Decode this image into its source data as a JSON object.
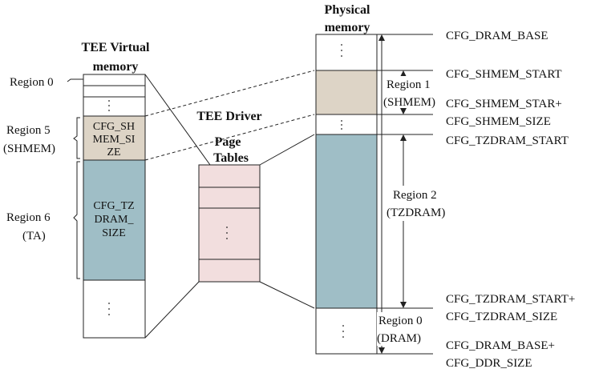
{
  "colors": {
    "shmem": "#ddd4c6",
    "tzdram": "#9fbec6",
    "page_table": "#f2dede",
    "white": "#ffffff"
  },
  "virtual": {
    "title_line1": "TEE Virtual",
    "title_line2": "memory",
    "region0": "Region 0",
    "region5_line1": "Region 5",
    "region5_line2": "(SHMEM)",
    "region6_line1": "Region 6",
    "region6_line2": "(TA)",
    "shmem_text": [
      "CFG_SH",
      "MEM_SI",
      "ZE"
    ],
    "tzdram_text": [
      "CFG_TZ",
      "DRAM_",
      "SIZE"
    ],
    "ellipsis": "."
  },
  "driver": {
    "title": "TEE Driver",
    "page_label_line1": "Page",
    "page_label_line2": "Tables"
  },
  "physical": {
    "title_line1": "Physical",
    "title_line2": "memory",
    "region1_line1": "Region 1",
    "region1_line2": "(SHMEM)",
    "region2_line1": "Region 2",
    "region2_line2": "(TZDRAM)",
    "region0_line1": "Region 0",
    "region0_line2": "(DRAM)"
  },
  "cfg_labels": {
    "dram_base": "CFG_DRAM_BASE",
    "shmem_start": "CFG_SHMEM_START",
    "shmem_start_plus": "CFG_SHMEM_STAR+",
    "shmem_size": "CFG_SHMEM_SIZE",
    "tzdram_start": "CFG_TZDRAM_START",
    "tzdram_start_plus": "CFG_TZDRAM_START+",
    "tzdram_size": "CFG_TZDRAM_SIZE",
    "dram_base_plus": "CFG_DRAM_BASE+",
    "ddr_size": "CFG_DDR_SIZE"
  }
}
